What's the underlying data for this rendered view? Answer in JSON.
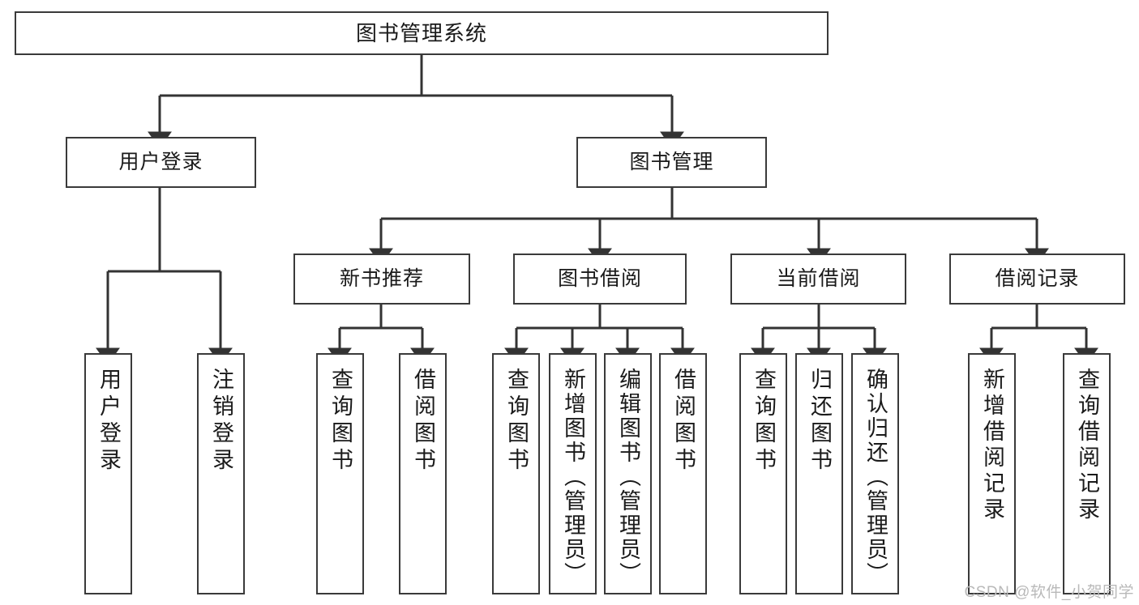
{
  "diagram": {
    "title": "图书管理系统",
    "type": "tree-hierarchy",
    "orientation": "top-down",
    "colors": {
      "box_border": "#3a3a3a",
      "box_fill": "#ffffff",
      "edge": "#333333",
      "text": "#1a1a1a",
      "watermark": "#b9b9b9",
      "background": "#ffffff"
    },
    "levels": {
      "level1": [
        "图书管理系统"
      ],
      "level2": [
        "用户登录",
        "图书管理"
      ],
      "level3": [
        "新书推荐",
        "图书借阅",
        "当前借阅",
        "借阅记录"
      ],
      "level4": [
        "用户登录",
        "注销登录",
        "查询图书",
        "借阅图书",
        "查询图书",
        "新增图书（管理员）",
        "编辑图书（管理员）",
        "借阅图书",
        "查询图书",
        "归还图书",
        "确认归还（管理员）",
        "新增借阅记录",
        "查询借阅记录"
      ]
    }
  },
  "nodes": {
    "root": {
      "label": "图书管理系统"
    },
    "user_login": {
      "label": "用户登录"
    },
    "book_manage": {
      "label": "图书管理"
    },
    "new_book_rec": {
      "label": "新书推荐"
    },
    "book_borrow": {
      "label": "图书借阅"
    },
    "current_borrow": {
      "label": "当前借阅"
    },
    "borrow_record": {
      "label": "借阅记录"
    },
    "leaf_user_login": {
      "label": "用户登录"
    },
    "leaf_logout": {
      "label": "注销登录"
    },
    "leaf_query_book_1": {
      "label": "查询图书"
    },
    "leaf_borrow_book_1": {
      "label": "借阅图书"
    },
    "leaf_query_book_2": {
      "label": "查询图书"
    },
    "leaf_add_book": {
      "label": "新增图书（管理员）"
    },
    "leaf_edit_book": {
      "label": "编辑图书（管理员）"
    },
    "leaf_borrow_book_2": {
      "label": "借阅图书"
    },
    "leaf_query_book_3": {
      "label": "查询图书"
    },
    "leaf_return_book": {
      "label": "归还图书"
    },
    "leaf_confirm_return": {
      "label": "确认归还（管理员）"
    },
    "leaf_add_record": {
      "label": "新增借阅记录"
    },
    "leaf_query_record": {
      "label": "查询借阅记录"
    }
  },
  "watermark": {
    "text": "CSDN @软件_小贺同学"
  }
}
